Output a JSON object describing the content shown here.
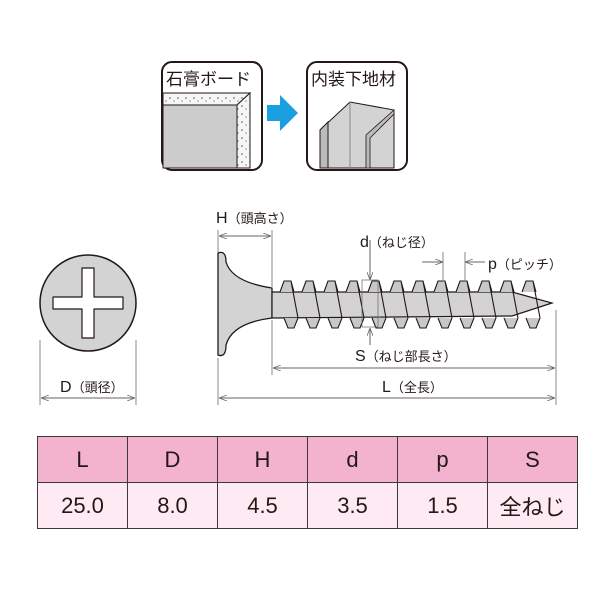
{
  "panels": {
    "left_title": "石膏ボード",
    "right_title": "内装下地材"
  },
  "labels": {
    "head_height": {
      "sym": "H",
      "desc": "（頭高さ）"
    },
    "thread_diameter": {
      "sym": "d",
      "desc": "（ねじ径）"
    },
    "pitch": {
      "sym": "p",
      "desc": "（ピッチ）"
    },
    "thread_length": {
      "sym": "S",
      "desc": "（ねじ部長さ）"
    },
    "total_length": {
      "sym": "L",
      "desc": "（全長）"
    },
    "head_diameter": {
      "sym": "D",
      "desc": "（頭径）"
    }
  },
  "table": {
    "headers": [
      "L",
      "D",
      "H",
      "d",
      "p",
      "S"
    ],
    "values": [
      "25.0",
      "8.0",
      "4.5",
      "3.5",
      "1.5",
      "全ねじ"
    ]
  },
  "colors": {
    "arrow": "#1aa0e0",
    "header_bg": "#f3b3cf",
    "cell_bg": "#fdeaf2"
  }
}
